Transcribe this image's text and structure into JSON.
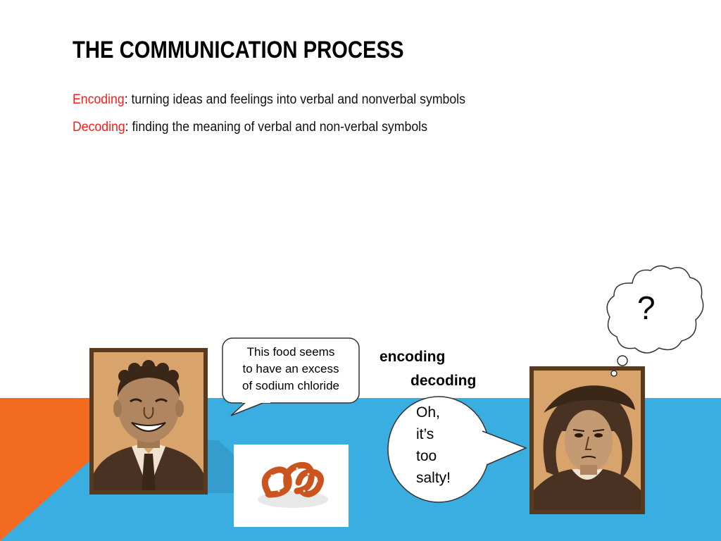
{
  "slide": {
    "title": "THE COMMUNICATION PROCESS",
    "definitions": [
      {
        "term": "Encoding",
        "text": ": turning ideas and feelings into verbal and nonverbal symbols"
      },
      {
        "term": "Decoding",
        "text": ": finding the meaning of verbal and non-verbal symbols"
      }
    ]
  },
  "illustration": {
    "speech_bubble_lines": [
      "This food seems",
      "to have an excess",
      "of sodium chloride"
    ],
    "encoding_label": "encoding",
    "decoding_label": "decoding",
    "reply_bubble_lines": [
      "Oh,",
      "it’s",
      "too",
      "salty!"
    ],
    "thought_bubble": "?",
    "left_portrait": "smiling-man-portrait",
    "right_portrait": "explorer-portrait",
    "food_picture": "pretzel-icon"
  },
  "colors": {
    "background": "#ffffff",
    "orange_band": "#f26b21",
    "blue_band": "#3aaee0",
    "accent_text": "#ff1a1a",
    "portrait_frame": "#5a3a1e",
    "portrait_bg": "#d9a46c"
  }
}
